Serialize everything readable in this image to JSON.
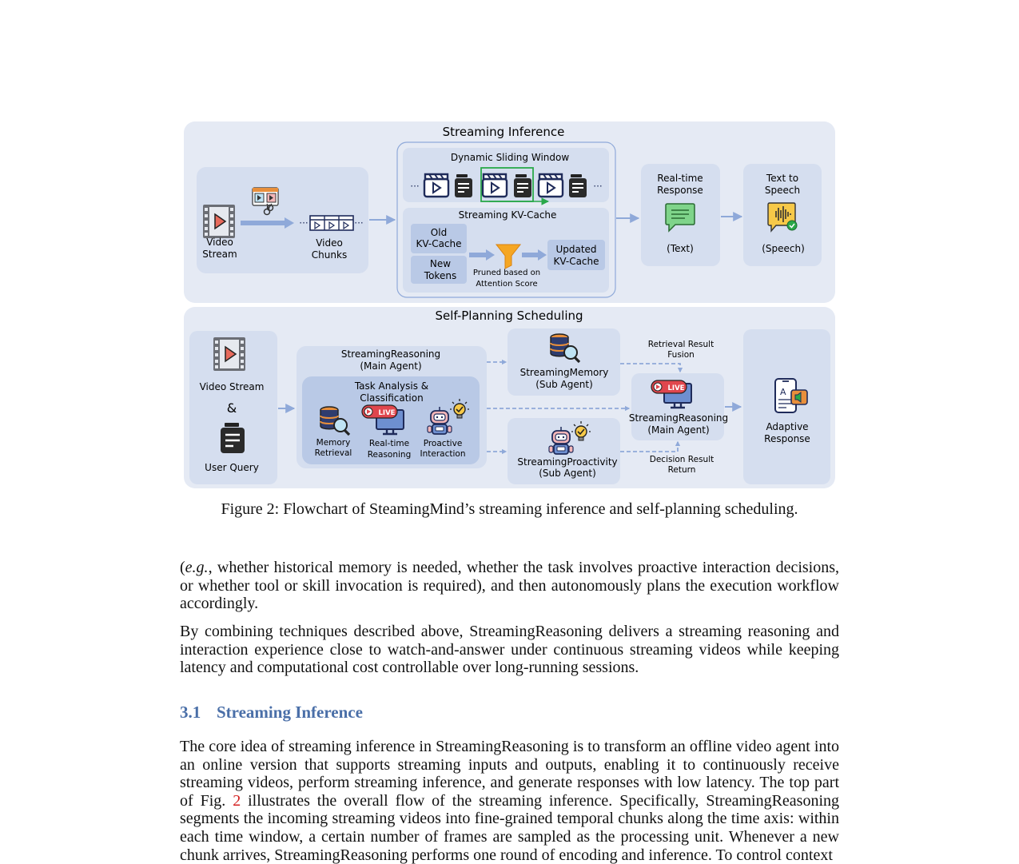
{
  "figure": {
    "top_title": "Streaming Inference",
    "bottom_title": "Self-Planning Scheduling",
    "top": {
      "video_stream": [
        "Video",
        "Stream"
      ],
      "video_chunks": [
        "Video",
        "Chunks"
      ],
      "dynamic_window_title": "Dynamic Sliding Window",
      "kv_cache_title": "Streaming KV-Cache",
      "old_kv": [
        "Old",
        "KV-Cache"
      ],
      "new_tokens": [
        "New",
        "Tokens"
      ],
      "pruned": [
        "Pruned based on",
        "Attention Score"
      ],
      "updated_kv": [
        "Updated",
        "KV-Cache"
      ],
      "realtime_response": [
        "Real-time",
        "Response"
      ],
      "text_label": "(Text)",
      "tts": [
        "Text to",
        "Speech"
      ],
      "speech_label": "(Speech)",
      "ellipsis": "···"
    },
    "bottom": {
      "video_stream": "Video Stream",
      "ampersand": "&",
      "user_query": "User Query",
      "main_agent_box": [
        "StreamingReasoning",
        "(Main Agent)"
      ],
      "task_analysis": [
        "Task Analysis &",
        "Classification"
      ],
      "memory_retrieval": [
        "Memory",
        "Retrieval"
      ],
      "realtime_reasoning": [
        "Real-time",
        "Reasoning"
      ],
      "proactive_interaction": [
        "Proactive",
        "Interaction"
      ],
      "streaming_memory": [
        "StreamingMemory",
        "(Sub Agent)"
      ],
      "streaming_proactivity": [
        "StreamingProactivity",
        "(Sub Agent)"
      ],
      "retrieval_fusion": [
        "Retrieval Result",
        "Fusion"
      ],
      "decision_return": [
        "Decision Result",
        "Return"
      ],
      "main_agent_right": [
        "StreamingReasoning",
        "(Main Agent)"
      ],
      "adaptive_response": [
        "Adaptive",
        "Response"
      ],
      "live_badge": "LIVE"
    }
  },
  "caption": "Figure 2: Flowchart of SteamingMind’s streaming inference and self-planning scheduling.",
  "paragraph1": {
    "open": "(",
    "eg": "e.g.",
    "rest": ", whether historical memory is needed, whether the task involves proactive interaction decisions, or whether tool or skill invocation is required), and then autonomously plans the execution workflow accordingly."
  },
  "paragraph2": "By combining techniques described above, StreamingReasoning delivers a streaming reasoning and interaction experience close to watch-and-answer under continuous streaming videos while keeping latency and computational cost controllable over long-running sessions.",
  "section": {
    "number": "3.1",
    "title": "Streaming Inference"
  },
  "paragraph3": {
    "part1": "The core idea of streaming inference in StreamingReasoning is to transform an offline video agent into an online version that supports streaming inputs and outputs, enabling it to continuously receive streaming videos, perform streaming inference, and generate responses with low latency. The top part of Fig. ",
    "ref": "2",
    "part2": " illustrates the overall flow of the streaming inference. Specifically, StreamingReasoning segments the incoming streaming videos into fine-grained temporal chunks along the time axis: within each time window, a certain number of frames are sampled as the processing unit. Whenever a new chunk arrives, StreamingReasoning performs one round of encoding and inference. To control context"
  },
  "colors": {
    "panel_bg": "#e5eaf4",
    "box_bg": "#d5deef",
    "inner_box": "#b9c9e6",
    "arrow": "#8fa9d9",
    "accent_green": "#2aa84a",
    "live_red": "#e0464d",
    "section_blue": "#4a6fa8",
    "ref_red": "#d42020"
  }
}
